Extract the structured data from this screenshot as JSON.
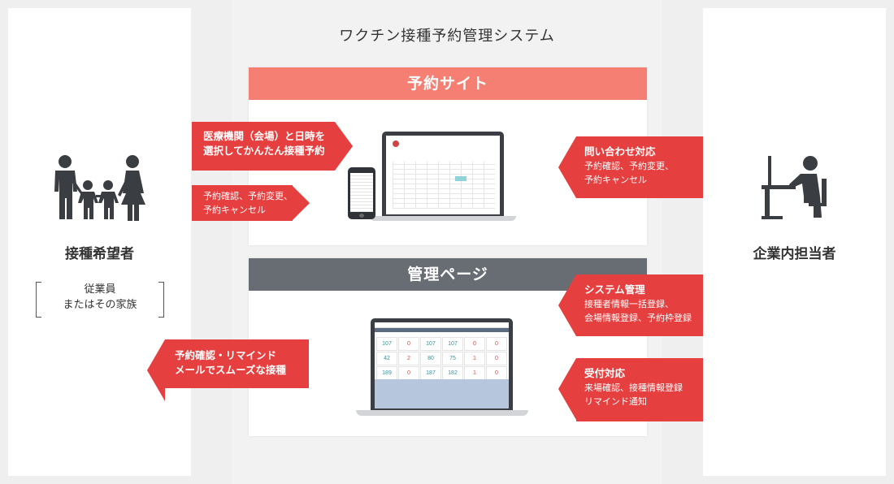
{
  "title": "ワクチン接種予約管理システム",
  "left": {
    "label": "接種希望者",
    "sub_line1": "従業員",
    "sub_line2": "またはその家族",
    "icon": "family-icon"
  },
  "right": {
    "label": "企業内担当者",
    "icon": "person-at-desk-icon"
  },
  "booking_site": {
    "header": "予約サイト",
    "color": "#f47f72",
    "tag1": {
      "line1": "医療機関（会場）と日時を",
      "line2": "選択してかんたん接種予約"
    },
    "tag2": {
      "line1": "予約確認、予約変更、",
      "line2": "予約キャンセル"
    },
    "tag3": {
      "title": "問い合わせ対応",
      "line1": "予約確認、予約変更、",
      "line2": "予約キャンセル"
    }
  },
  "admin_page": {
    "header": "管理ページ",
    "color": "#686c73",
    "tag_left": {
      "line1": "予約確認・リマインド",
      "line2": "メールでスムーズな接種"
    },
    "tag_sys": {
      "title": "システム管理",
      "line1": "接種者情報一括登録、",
      "line2": "会場情報登録、予約枠登録"
    },
    "tag_recv": {
      "title": "受付対応",
      "line1": "来場確認、接種情報登録",
      "line2": "リマインド通知"
    },
    "dashboard_values": [
      "107",
      "0",
      "107",
      "107",
      "0",
      "0",
      "42",
      "2",
      "80",
      "75",
      "1",
      "0",
      "189",
      "0",
      "187",
      "182",
      "1",
      "0"
    ]
  },
  "accent": "#e53f3f"
}
